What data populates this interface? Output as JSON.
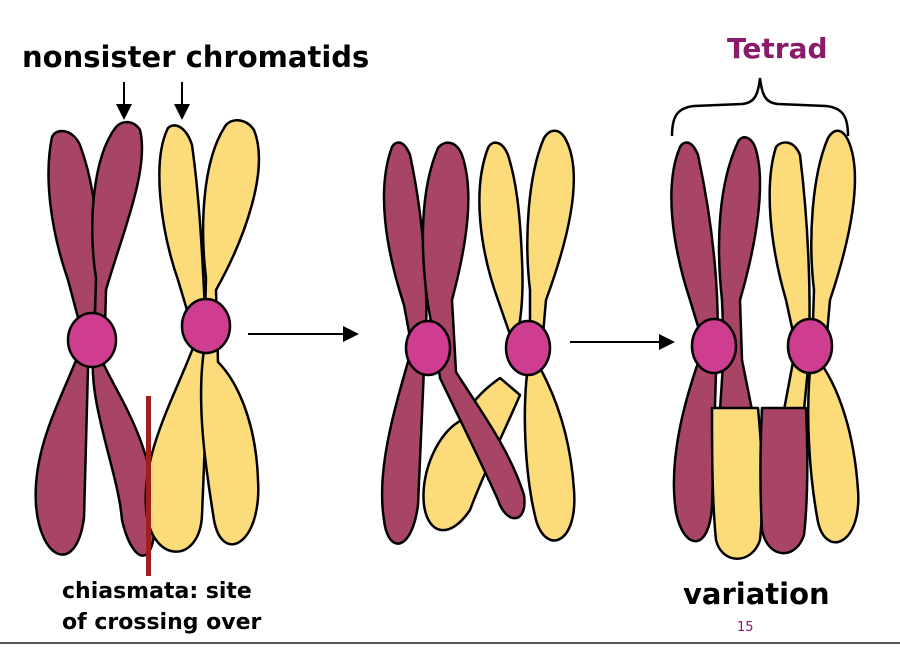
{
  "labels": {
    "nonsister": "nonsister chromatids",
    "tetrad": "Tetrad",
    "chiasmata_line1": "chiasmata: site",
    "chiasmata_line2": "of crossing over",
    "variation": "variation",
    "page_number": "15"
  },
  "colors": {
    "maroon": "#a84565",
    "yellow": "#fcdb7a",
    "centromere": "#cf3d91",
    "chiasma_marker": "#a01e1e",
    "accent_text": "#8b1a6b"
  }
}
